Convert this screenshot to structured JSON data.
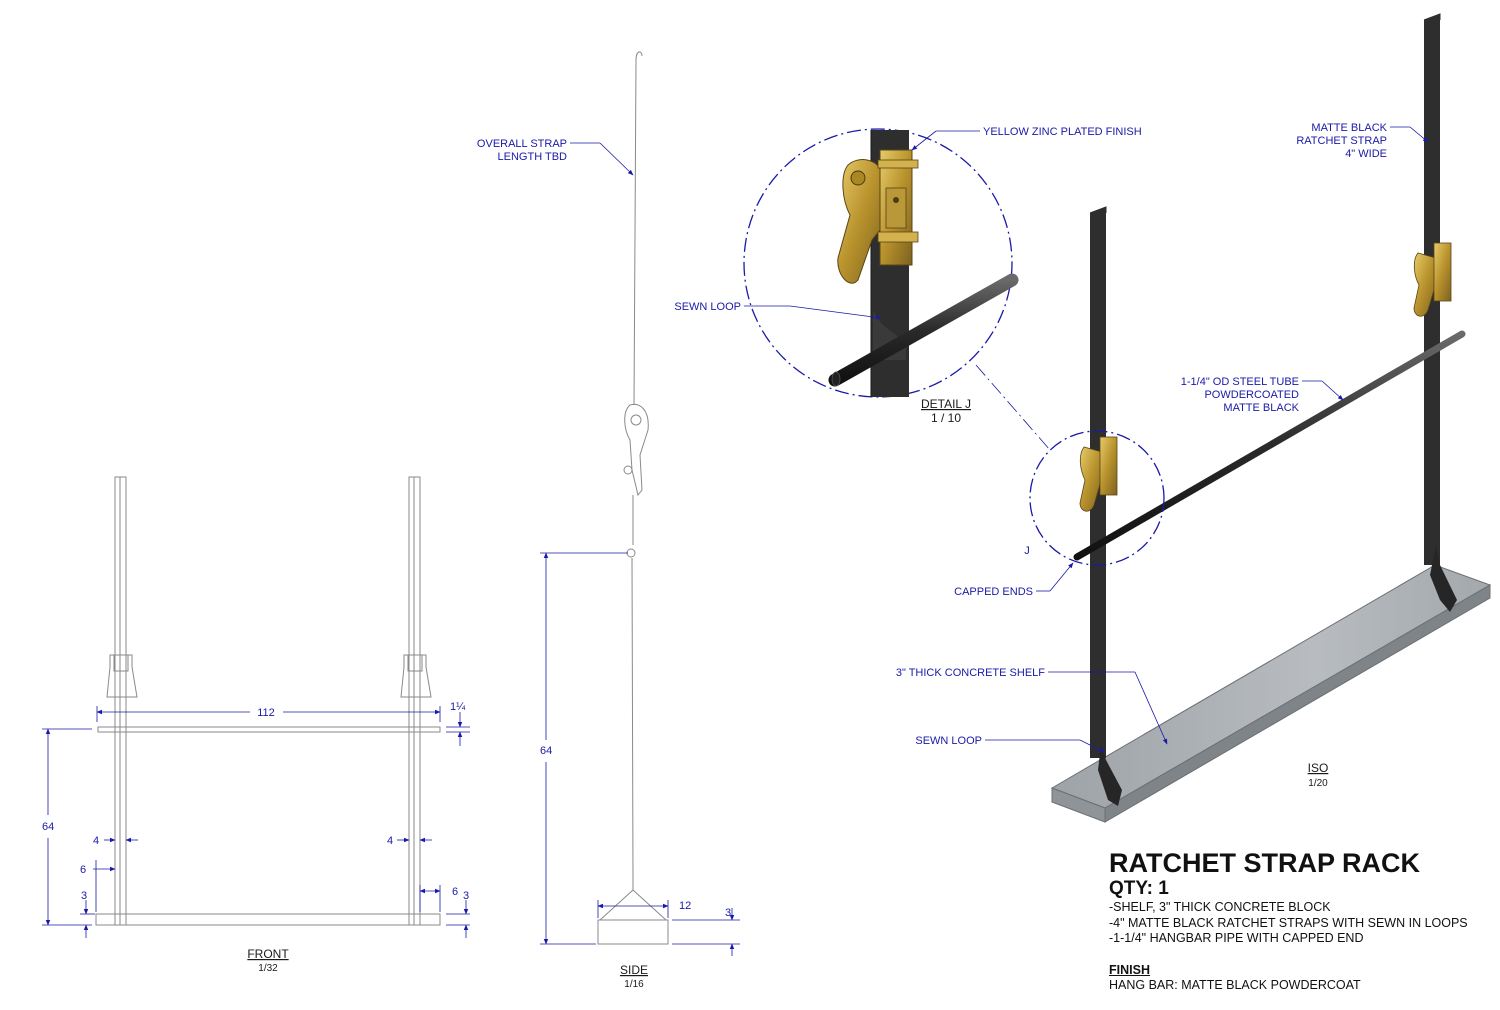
{
  "callouts": {
    "overall_strap": [
      "OVERALL STRAP",
      "LENGTH TBD"
    ],
    "yellow_zinc": "YELLOW ZINC PLATED FINISH",
    "sewn_loop_detail": "SEWN LOOP",
    "matte_black_strap": [
      "MATTE BLACK",
      "RATCHET STRAP",
      "4\" WIDE"
    ],
    "steel_tube": [
      "1-1/4\" OD STEEL TUBE",
      "POWDERCOATED",
      "MATTE BLACK"
    ],
    "capped_ends": "CAPPED ENDS",
    "concrete_shelf": "3\" THICK CONCRETE SHELF",
    "sewn_loop_iso": "SEWN LOOP",
    "detail_marker": "J"
  },
  "views": {
    "detail": {
      "label": "DETAIL  J",
      "scale": "1 / 10"
    },
    "iso": {
      "label": "ISO",
      "scale": "1/20"
    },
    "front": {
      "label": "FRONT",
      "scale": "1/32"
    },
    "side": {
      "label": "SIDE",
      "scale": "1/16"
    }
  },
  "dimensions": {
    "front_width": "112",
    "front_pipe": "1¼",
    "front_height": "64",
    "front_strap_left": "4",
    "front_strap_right": "4",
    "front_offset_left": "6",
    "front_offset_right": "6",
    "front_shelf_left": "3",
    "front_shelf_right": "3",
    "side_height": "64",
    "side_width": "12",
    "side_thickness": "3"
  },
  "title_block": {
    "title": "RATCHET STRAP RACK",
    "qty": "QTY: 1",
    "lines": [
      "-SHELF, 3\" THICK CONCRETE BLOCK",
      "-4\" MATTE BLACK RATCHET STRAPS WITH SEWN IN LOOPS",
      "-1-1/4\" HANGBAR PIPE WITH CAPPED END"
    ],
    "finish_heading": "FINISH",
    "finish_text": "HANG BAR: MATTE BLACK POWDERCOAT"
  },
  "colors": {
    "annotation": "#1a1aa8",
    "strap": "#2e2e2e",
    "ratchet": "#c9a53a",
    "concrete": "#a6abb0"
  }
}
